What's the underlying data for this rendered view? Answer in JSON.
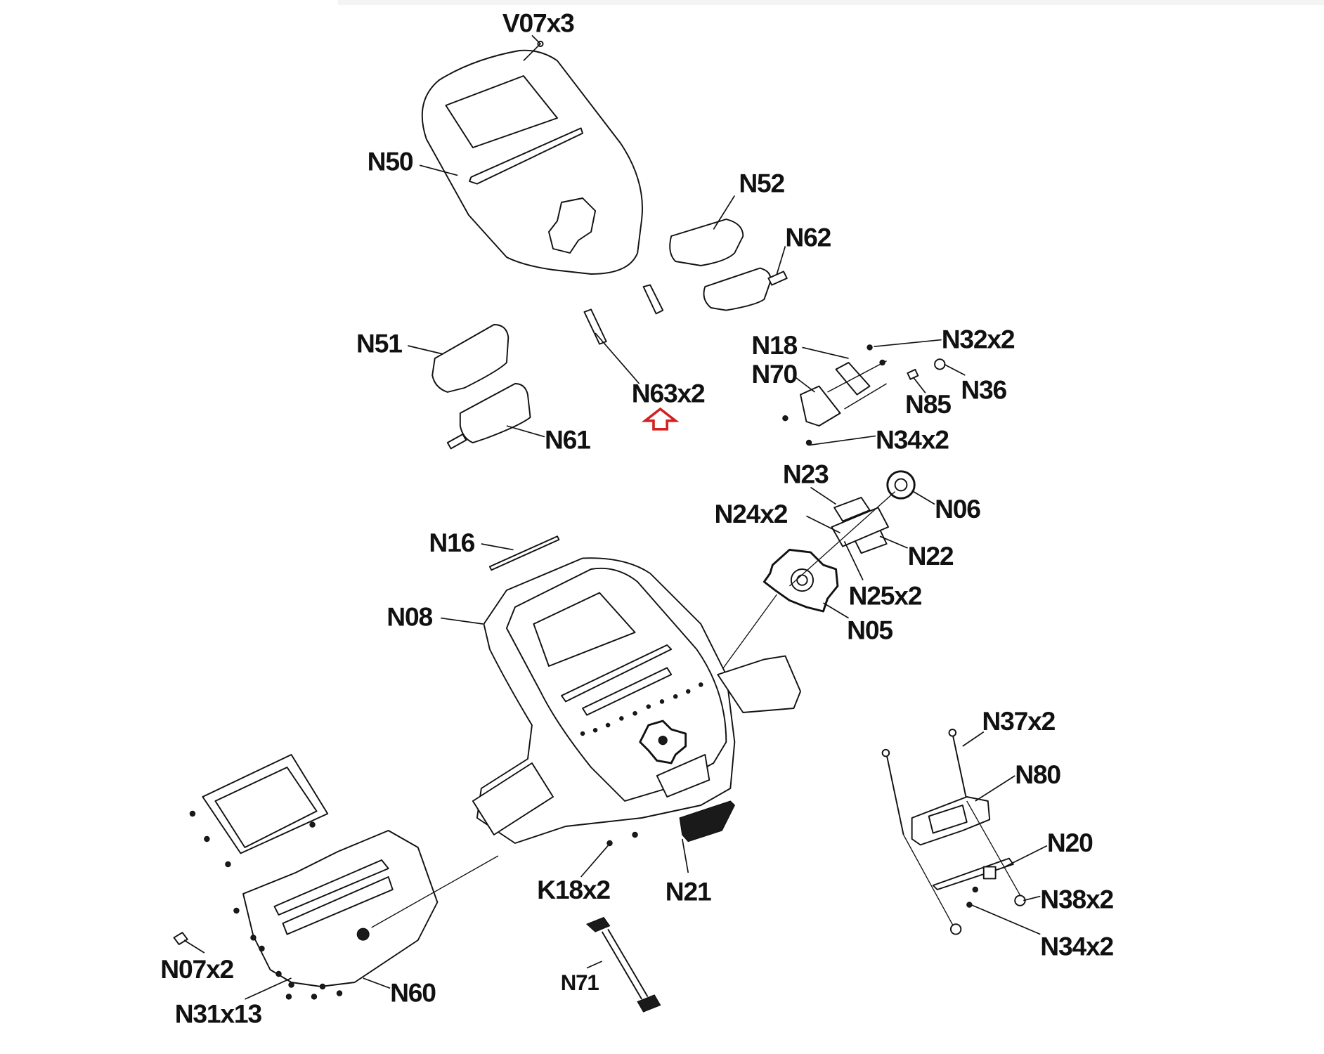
{
  "diagram": {
    "title": "Console exploded parts diagram",
    "highlight_color": "#d42020",
    "line_color": "#111111",
    "background": "#ffffff",
    "highlighted_part": "N63x2",
    "labels": [
      {
        "id": "V07x3",
        "text": "V07x3"
      },
      {
        "id": "N50",
        "text": "N50"
      },
      {
        "id": "N52",
        "text": "N52"
      },
      {
        "id": "N62",
        "text": "N62"
      },
      {
        "id": "N51",
        "text": "N51"
      },
      {
        "id": "N61",
        "text": "N61"
      },
      {
        "id": "N63x2",
        "text": "N63x2"
      },
      {
        "id": "N18",
        "text": "N18"
      },
      {
        "id": "N70",
        "text": "N70"
      },
      {
        "id": "N32x2",
        "text": "N32x2"
      },
      {
        "id": "N85",
        "text": "N85"
      },
      {
        "id": "N36",
        "text": "N36"
      },
      {
        "id": "N34x2-top",
        "text": "N34x2"
      },
      {
        "id": "N23",
        "text": "N23"
      },
      {
        "id": "N06",
        "text": "N06"
      },
      {
        "id": "N24x2",
        "text": "N24x2"
      },
      {
        "id": "N22",
        "text": "N22"
      },
      {
        "id": "N25x2",
        "text": "N25x2"
      },
      {
        "id": "N05",
        "text": "N05"
      },
      {
        "id": "N16",
        "text": "N16"
      },
      {
        "id": "N08",
        "text": "N08"
      },
      {
        "id": "N37x2",
        "text": "N37x2"
      },
      {
        "id": "N80",
        "text": "N80"
      },
      {
        "id": "N20",
        "text": "N20"
      },
      {
        "id": "N38x2",
        "text": "N38x2"
      },
      {
        "id": "N34x2-bottom",
        "text": "N34x2"
      },
      {
        "id": "K18x2",
        "text": "K18x2"
      },
      {
        "id": "N21",
        "text": "N21"
      },
      {
        "id": "N71",
        "text": "N71"
      },
      {
        "id": "N07x2",
        "text": "N07x2"
      },
      {
        "id": "N60",
        "text": "N60"
      },
      {
        "id": "N31x13",
        "text": "N31x13"
      }
    ]
  }
}
